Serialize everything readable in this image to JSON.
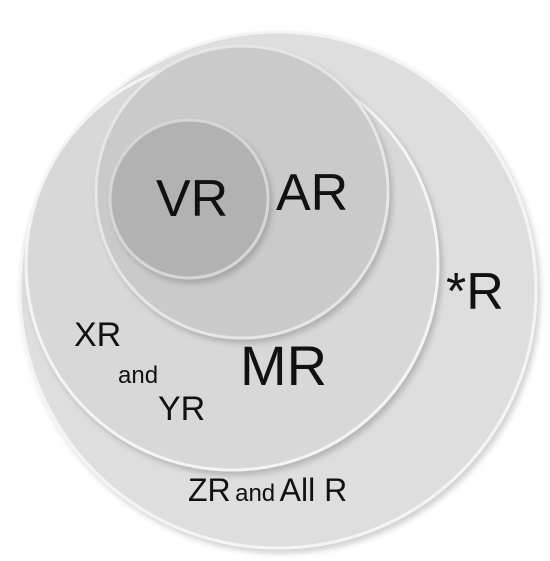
{
  "diagram": {
    "title": "",
    "colors": {
      "outer": "#dedede",
      "middle": "#d8d8d8",
      "ar": "#cacaca",
      "vr": "#b2b2b2",
      "stroke": "#f4f4f4",
      "shadow": "#c9c9c9",
      "text": "#111111"
    },
    "labels": {
      "vr": "VR",
      "ar": "AR",
      "star_r": "*R",
      "xr": "XR",
      "and_1": "and",
      "yr": "YR",
      "mr": "MR",
      "zr": "ZR",
      "and_2": "and",
      "all_r": "All R"
    }
  }
}
